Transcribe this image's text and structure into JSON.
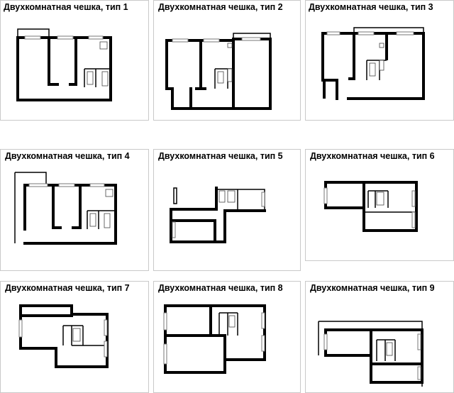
{
  "cards": [
    {
      "title": "Двухкомнатная чешка, тип 1"
    },
    {
      "title": "Двухкомнатная чешка, тип 2"
    },
    {
      "title": "Двухкомнатная чешка, тип 3"
    },
    {
      "title": "Двухкомнатная чешка, тип 4"
    },
    {
      "title": "Двухкомнатная чешка, тип 5"
    },
    {
      "title": "Двухкомнатная чешка, тип 6"
    },
    {
      "title": "Двухкомнатная чешка, тип 7"
    },
    {
      "title": "Двухкомнатная чешка, тип 8"
    },
    {
      "title": "Двухкомнатная чешка, тип 9"
    }
  ]
}
